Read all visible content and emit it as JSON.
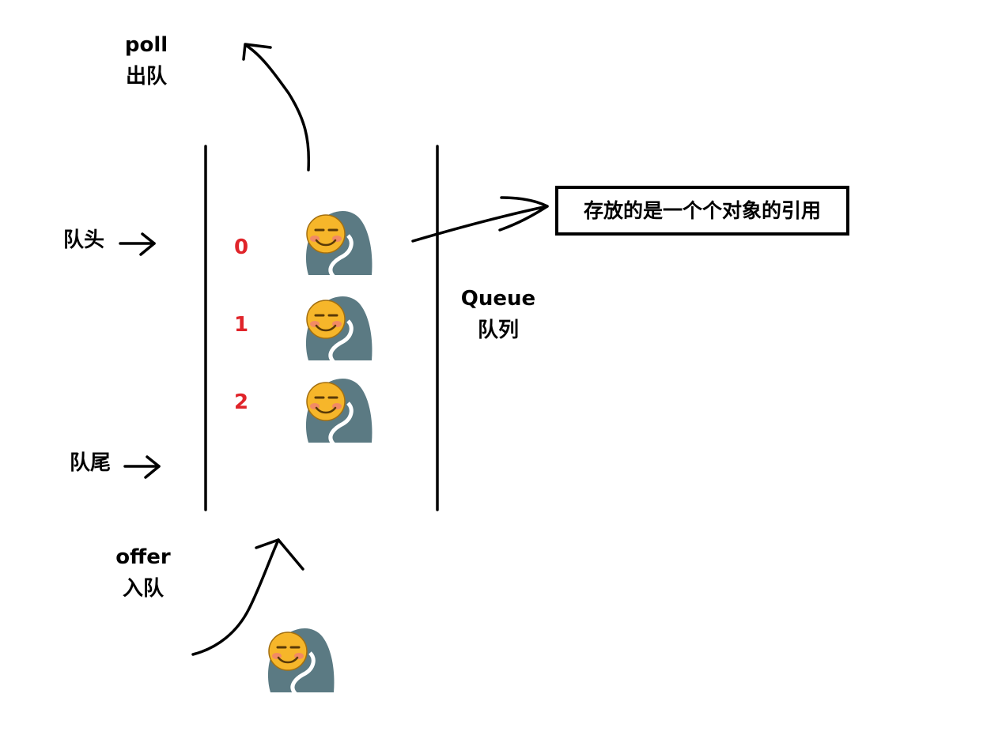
{
  "operations": {
    "poll": {
      "name": "poll",
      "desc": "出队"
    },
    "offer": {
      "name": "offer",
      "desc": "入队"
    }
  },
  "pointers": {
    "head": "队头",
    "tail": "队尾"
  },
  "queue": {
    "name": "Queue",
    "desc": "队列",
    "indices": [
      "0",
      "1",
      "2"
    ],
    "index_color": "#e0242a"
  },
  "callout": {
    "text": "存放的是一个个对象的引用"
  },
  "colors": {
    "ink": "#000000",
    "cloak": "#5b7a83",
    "face": "#f6b62a",
    "cheek": "#f28a64"
  },
  "icons": {
    "element": "hooded-smiley-icon"
  }
}
